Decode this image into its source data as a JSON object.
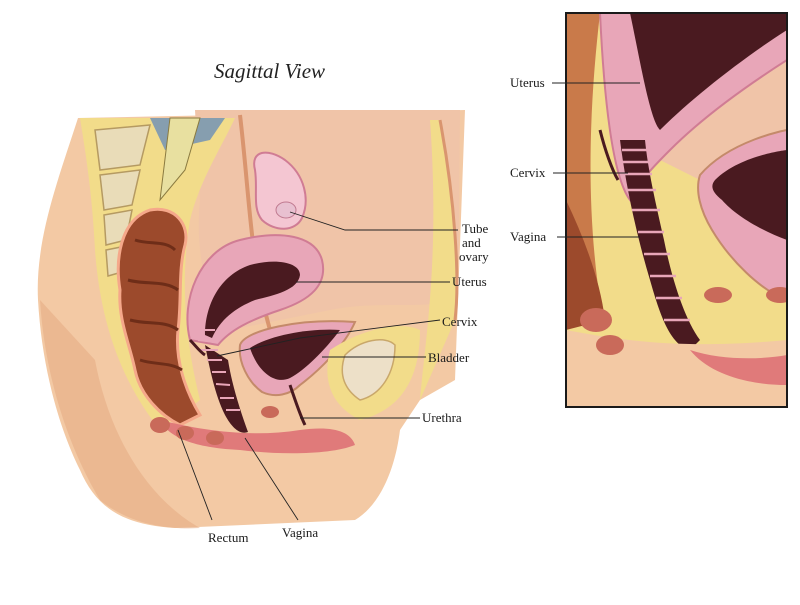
{
  "title": "Sagittal View",
  "main_labels": {
    "tube_line1": "Tube",
    "tube_line2": "and",
    "tube_line3": "ovary",
    "uterus": "Uterus",
    "cervix": "Cervix",
    "bladder": "Bladder",
    "urethra": "Urethra",
    "rectum": "Rectum",
    "vagina": "Vagina"
  },
  "inset_labels": {
    "uterus": "Uterus",
    "cervix": "Cervix",
    "vagina": "Vagina"
  },
  "colors": {
    "skin": "#f3c9a4",
    "skin_shadow": "#e0a27a",
    "fat": "#f2dc8a",
    "pink": "#e8a6b8",
    "pink_light": "#f4c6d2",
    "rectum": "#9c4a2c",
    "dark_cavity": "#4a1a20",
    "bone": "#e9dcb8",
    "muscle": "#c96a5a"
  }
}
